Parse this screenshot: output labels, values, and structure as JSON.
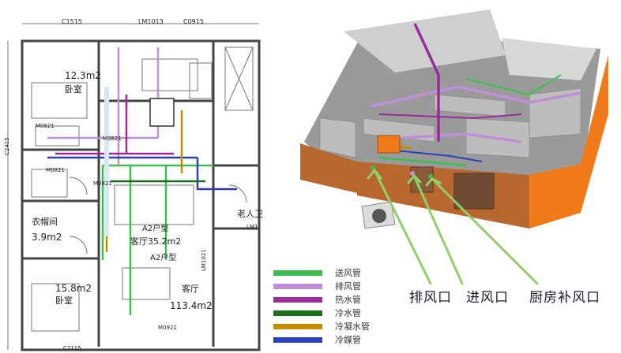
{
  "plan": {
    "top_labels": [
      "C1515",
      "LM1013",
      "C0915"
    ],
    "rooms": [
      {
        "area": "12.3m2",
        "name": "卧室"
      },
      {
        "area": "3.9m2",
        "name": "衣帽间"
      },
      {
        "area": "15.8m2",
        "name": "卧室"
      },
      {
        "area": "",
        "name": "老人卫"
      }
    ],
    "living": {
      "unit_type": "A2户型",
      "name_area": "客厅35.2m2",
      "unit_type_2": "A2户型",
      "name": "客厅",
      "area": "113.4m2"
    },
    "door_labels": [
      "M0821",
      "M0821",
      "M0821",
      "M0821",
      "M0921",
      "LM1021"
    ],
    "side_labels": [
      "C2415",
      "LM1"
    ],
    "bottom_labels": [
      "C2115"
    ]
  },
  "legend": [
    {
      "label": "送风管",
      "color": "#3dbf4f"
    },
    {
      "label": "排风管",
      "color": "#c08fd8"
    },
    {
      "label": "热水管",
      "color": "#9b2c9b"
    },
    {
      "label": "冷水管",
      "color": "#1a6f1a"
    },
    {
      "label": "冷凝水管",
      "color": "#c88a00"
    },
    {
      "label": "冷媒管",
      "color": "#2b3fbf"
    }
  ],
  "callouts": {
    "exhaust": "排风口",
    "intake": "进风口",
    "kitchen": "厨房补风口"
  },
  "colors": {
    "wall_orange": "#f07a1a",
    "wall_brown": "#b8672e",
    "floor_grey": "#9a9a9a",
    "arrow_green": "#8fd06a"
  }
}
